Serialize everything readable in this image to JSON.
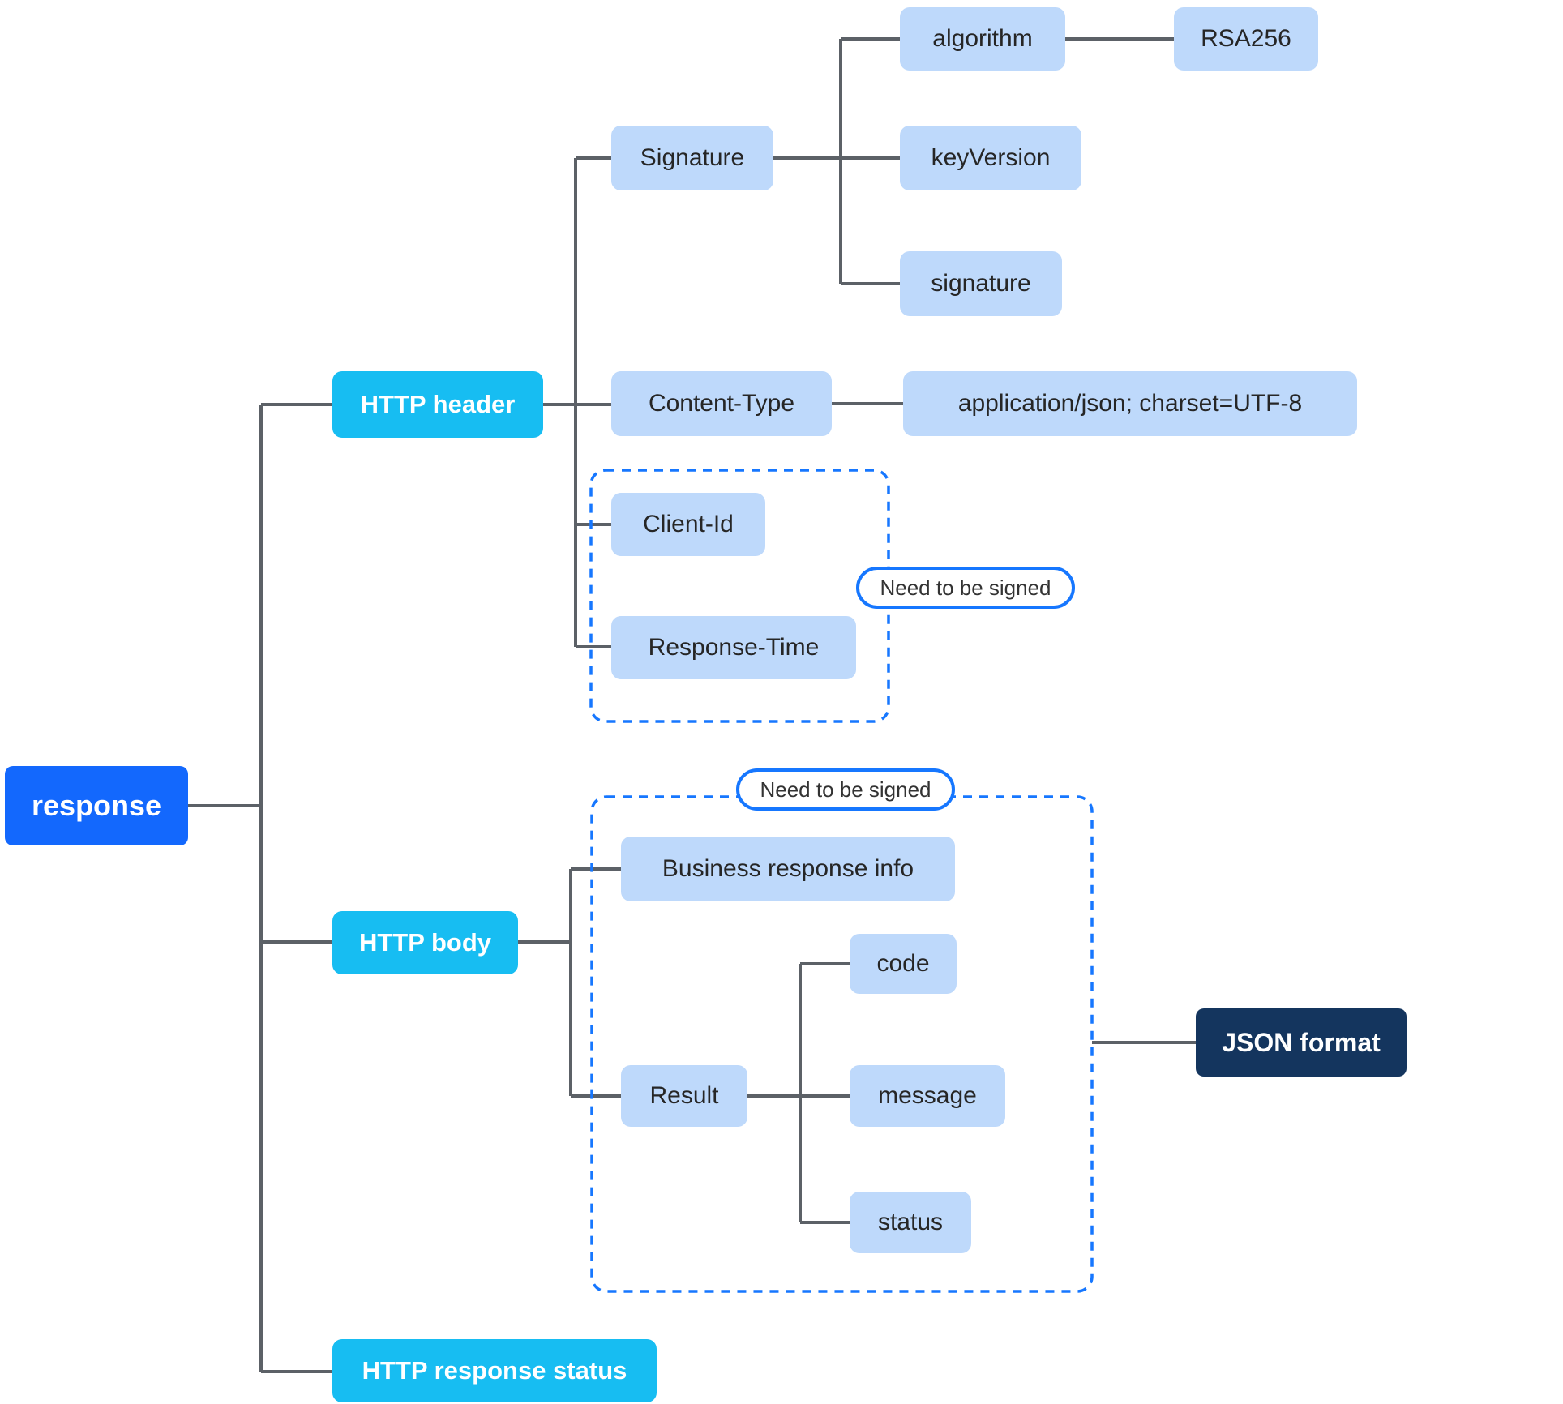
{
  "tree": {
    "root": {
      "label": "response"
    },
    "branches": [
      {
        "label": "HTTP header",
        "badge": "Need to be signed",
        "children": [
          {
            "label": "Signature",
            "children": [
              {
                "label": "algorithm",
                "value": "RSA256"
              },
              {
                "label": "keyVersion"
              },
              {
                "label": "signature"
              }
            ]
          },
          {
            "label": "Content-Type",
            "value": "application/json; charset=UTF-8"
          },
          {
            "label": "Client-Id"
          },
          {
            "label": "Response-Time"
          }
        ]
      },
      {
        "label": "HTTP body",
        "badge": "Need to be signed",
        "annotation": "JSON format",
        "children": [
          {
            "label": "Business response info"
          },
          {
            "label": "Result",
            "children": [
              {
                "label": "code"
              },
              {
                "label": "message"
              },
              {
                "label": "status"
              }
            ]
          }
        ]
      },
      {
        "label": "HTTP response status"
      }
    ]
  },
  "colors": {
    "root_bg": "#1368fd",
    "level2_bg": "#17bdf2",
    "child_bg": "#bed9fb",
    "dark_bg": "#14355e",
    "connector": "#5c6167",
    "dashed_border": "#1677ff",
    "badge_border": "#1677ff",
    "child_text": "#262626"
  }
}
